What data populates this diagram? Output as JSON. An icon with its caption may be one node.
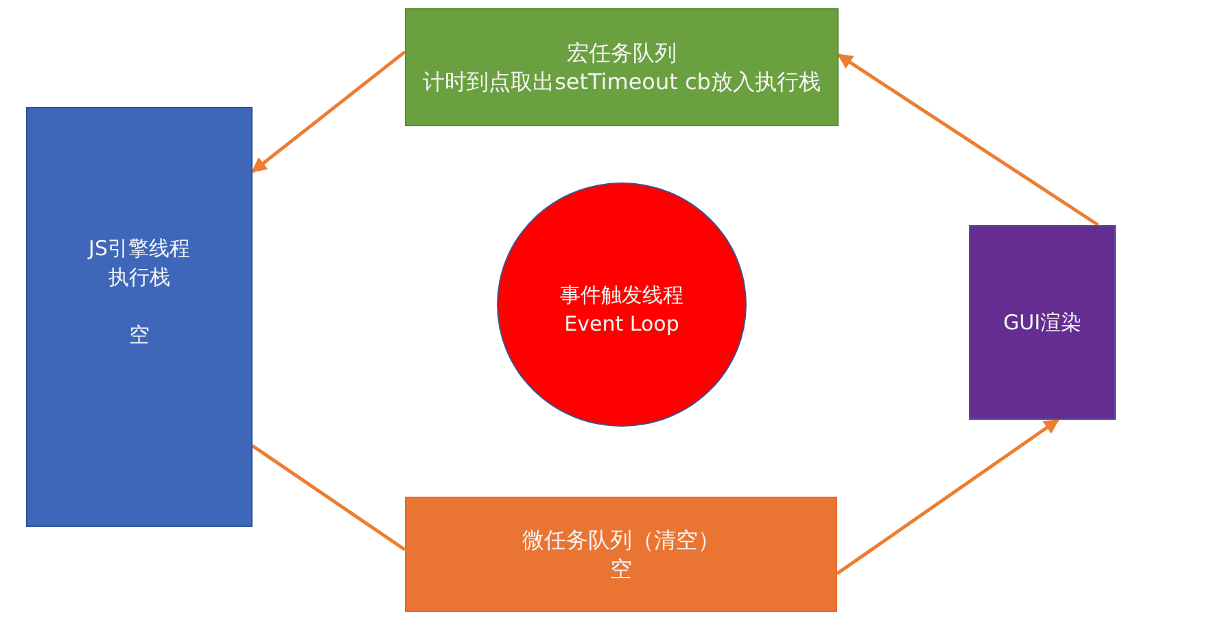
{
  "diagram": {
    "nodes": [
      {
        "text": [
          "宏任务队列",
          "计时到点取出setTimeout cb放入执行栈"
        ]
      },
      {
        "text": [
          "JS引擎线程",
          "执行栈",
          "空"
        ]
      },
      {
        "text": [
          "事件触发线程",
          "Event Loop"
        ]
      },
      {
        "text": [
          "GUI渲染"
        ]
      },
      {
        "text": [
          "微任务队列（清空）",
          "空"
        ]
      }
    ],
    "edges": [
      {
        "from": 0,
        "to": 1,
        "arrow": "to"
      },
      {
        "from": 1,
        "to": 4,
        "arrow": "none"
      },
      {
        "from": 4,
        "to": 3,
        "arrow": "to"
      },
      {
        "from": 3,
        "to": 0,
        "arrow": "to"
      }
    ]
  }
}
